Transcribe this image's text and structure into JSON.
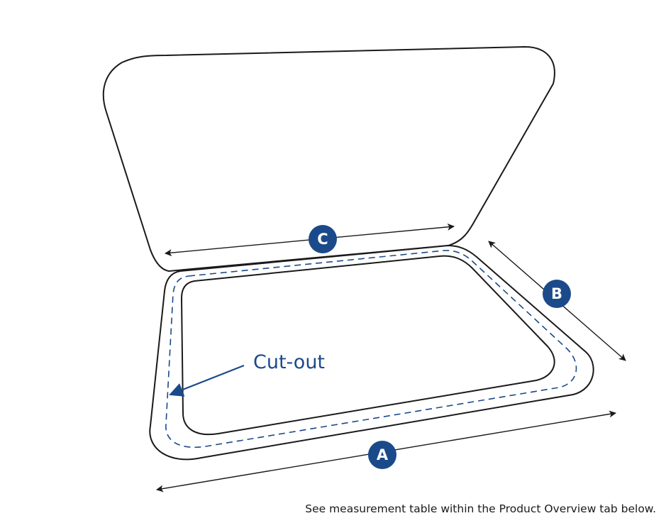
{
  "callout": {
    "label": "Cut-out"
  },
  "dimensions": {
    "a": "A",
    "b": "B",
    "c": "C"
  },
  "footnote": "See measurement table within the Product Overview tab below.",
  "colors": {
    "accent": "#1b4a8a",
    "outline": "#1a1a1a",
    "background": "#ffffff"
  }
}
